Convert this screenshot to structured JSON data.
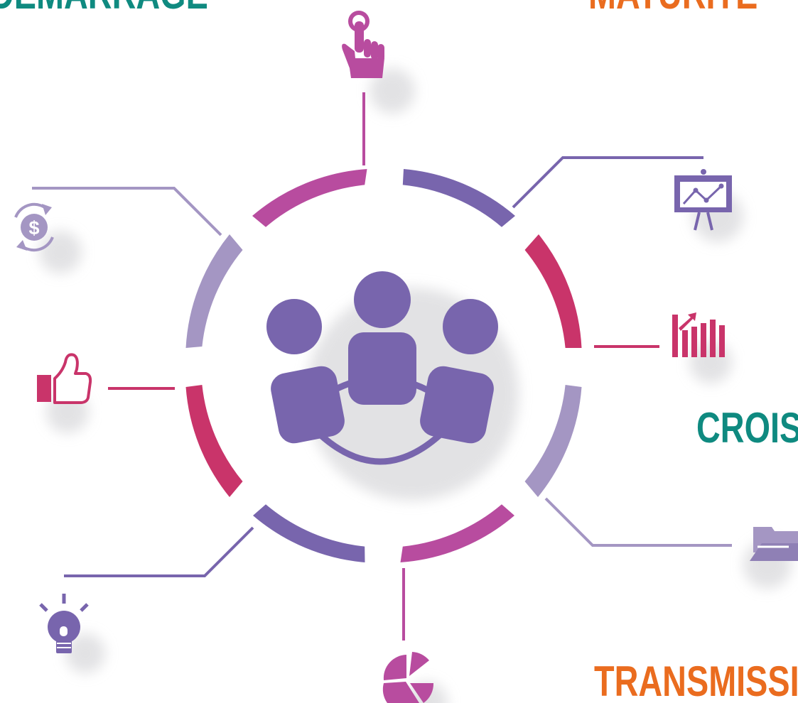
{
  "labels": {
    "demarrage": {
      "text": "DÉMARRAGE",
      "color": "#0f8a80"
    },
    "maturite": {
      "text": "MATURITÉ",
      "color": "#ea6c1f"
    },
    "croissance": {
      "text": "CROISSANCE",
      "color": "#0f8a80"
    },
    "transmission": {
      "text": "TRANSMISSION",
      "color": "#ea6c1f"
    }
  },
  "colors": {
    "magenta": "#b84c9f",
    "purple": "#7865ad",
    "crimson": "#c9346a",
    "lavender": "#a496c3",
    "shadow": "#d7d7d9"
  },
  "icons": [
    "tap-hand-icon",
    "presentation-board-icon",
    "growth-bar-chart-icon",
    "folder-icon",
    "pie-chart-icon",
    "lightbulb-icon",
    "thumbs-up-icon",
    "dollar-cycle-icon",
    "team-group-icon"
  ]
}
